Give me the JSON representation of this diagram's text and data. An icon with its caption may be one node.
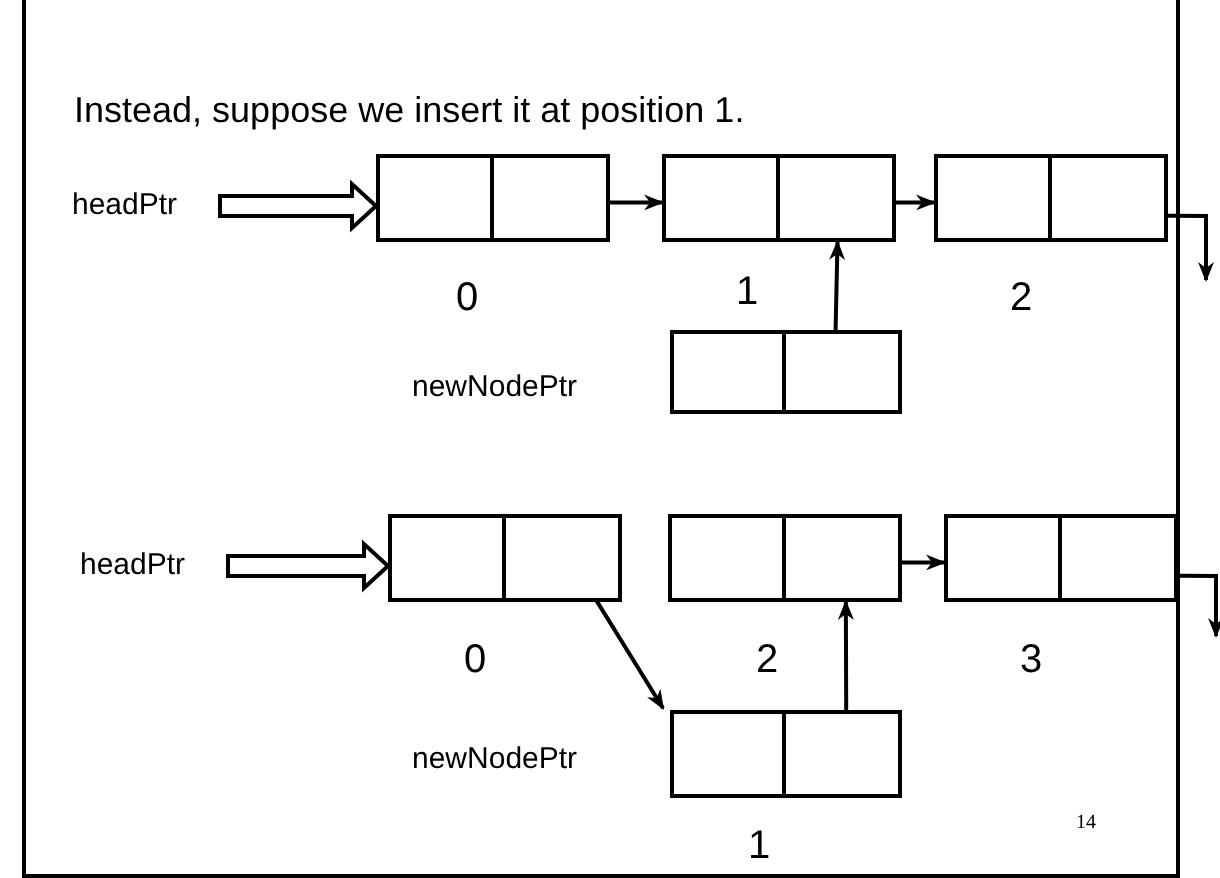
{
  "diagram": {
    "title": "Instead, suppose we insert it at position 1.",
    "nodes": [
      {
        "text": [
          "headPtr"
        ]
      },
      {
        "text": [],
        "shape": "box",
        "beside": [
          "0"
        ]
      },
      {
        "text": [],
        "shape": "box",
        "beside": [
          "1"
        ]
      },
      {
        "text": [],
        "shape": "box",
        "beside": [
          "2"
        ]
      },
      {
        "text": [],
        "shape": "box",
        "beside": [
          "newNodePtr"
        ]
      },
      {
        "text": [
          "headPtr"
        ]
      },
      {
        "text": [],
        "shape": "box",
        "beside": [
          "0"
        ]
      },
      {
        "text": [],
        "shape": "box",
        "beside": [
          "2"
        ]
      },
      {
        "text": [],
        "shape": "box",
        "beside": [
          "3"
        ]
      },
      {
        "text": [],
        "shape": "box",
        "beside": [
          "newNodePtr",
          "1"
        ]
      }
    ],
    "edges": [
      {
        "from": 0,
        "to": 1,
        "arrow": "to",
        "style": "thick"
      },
      {
        "from": 1,
        "to": 2,
        "arrow": "to"
      },
      {
        "from": 2,
        "to": 3,
        "arrow": "to"
      },
      {
        "from": 3,
        "to": null,
        "arrow": "to"
      },
      {
        "from": 4,
        "to": 2,
        "arrow": "to"
      },
      {
        "from": 5,
        "to": 6,
        "arrow": "to",
        "style": "thick"
      },
      {
        "from": 6,
        "to": 9,
        "arrow": "to"
      },
      {
        "from": 9,
        "to": 7,
        "arrow": "to"
      },
      {
        "from": 7,
        "to": 8,
        "arrow": "to"
      },
      {
        "from": 8,
        "to": null,
        "arrow": "to"
      }
    ],
    "labels": [
      "14"
    ]
  }
}
